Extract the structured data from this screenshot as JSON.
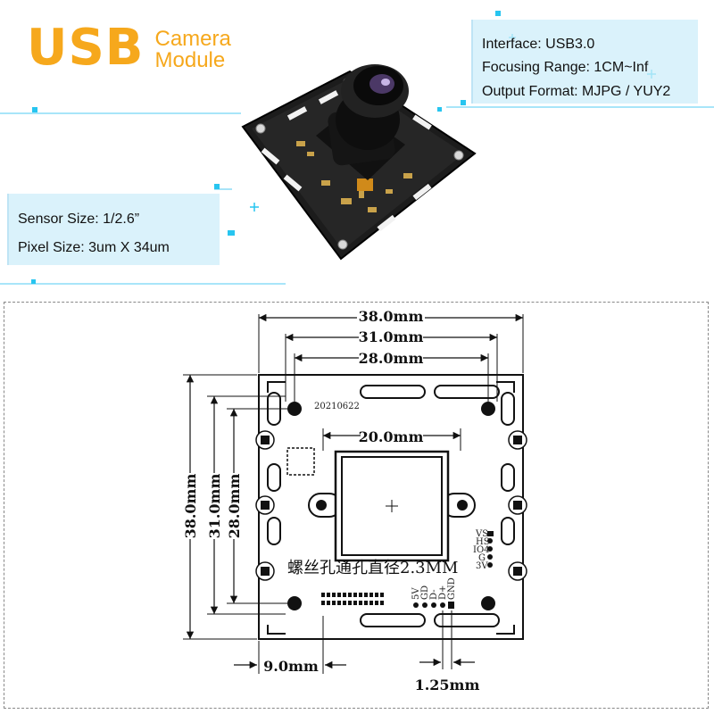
{
  "brand": {
    "main": "USB",
    "line1": "Camera",
    "line2": "Module"
  },
  "specs_right": [
    "Interface: USB3.0",
    "Focusing Range: 1CM~Inf",
    "Output Format: MJPG / YUY2"
  ],
  "specs_left": [
    "Sensor Size: 1/2.6”",
    "Pixel Size: 3um X 34um"
  ],
  "drawing": {
    "dim_top_overall": "38.0mm",
    "dim_top_holes": "31.0mm",
    "dim_top_inner": "28.0mm",
    "dim_lens": "20.0mm",
    "dim_left_overall": "38.0mm",
    "dim_left_holes": "31.0mm",
    "dim_left_inner": "28.0mm",
    "dim_bottom_connector": "9.0mm",
    "dim_bottom_pitch": "1.25mm",
    "date_code": "20210622",
    "hole_note": "螺丝孔通孔直径2.3MM",
    "pin_labels_right": [
      "VS",
      "HS",
      "IO4",
      "G",
      "3V"
    ],
    "pin_labels_bottom": [
      "5V",
      "GD",
      "D-",
      "D+",
      "GND"
    ]
  },
  "colors": {
    "brand_orange": "#f6a81c",
    "spec_box": "#cdeefa",
    "accent_cyan": "#27c5f0"
  }
}
